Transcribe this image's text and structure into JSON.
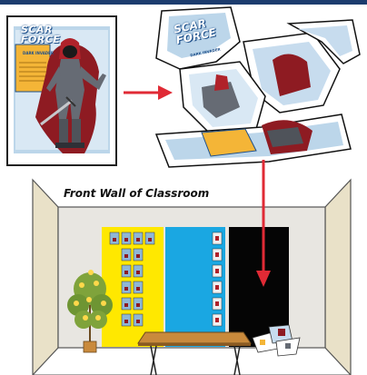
{
  "poster": {
    "title_line1": "SCAR",
    "title_line2": "FORCE",
    "subtitle": "DARK INVADER"
  },
  "torn_poster": {
    "title_line1": "SCAR",
    "title_line2": "FORCE",
    "subtitle": "DARK INVADER"
  },
  "classroom": {
    "label": "Front Wall of Classroom"
  },
  "colors": {
    "arrow": "#e02a35",
    "wall": "#e8e6e1",
    "side_wall": "#e9e1c8",
    "yellow_panel": "#ffe800",
    "blue_panel": "#1aa7e2",
    "black_panel": "#050505",
    "table": "#c98a3c",
    "header_bar": "#1c3c6e"
  }
}
